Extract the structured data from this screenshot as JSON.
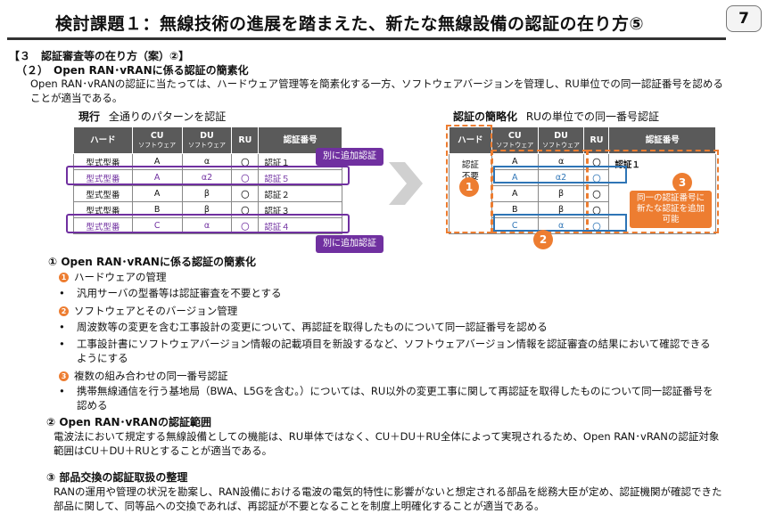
{
  "header": {
    "title": "検討課題１：無線技術の進展を踏まえた、新たな無線設備の認証の在り方⑤",
    "page_number": "7"
  },
  "section": {
    "heading": "【３　認証審査等の在り方（案）②】",
    "subheading": "（２）　Open RAN･vRANに係る認証の簡素化",
    "intro": "Open RAN･vRANの認証に当たっては、ハードウェア管理等を簡素化する一方、ソフトウェアバージョンを管理し、RU単位での同一認証番号を認めることが適当である。"
  },
  "current_table": {
    "caption_bold": "現行",
    "caption_text": "全通りのパターンを認証",
    "headers": {
      "hard": "ハード",
      "cu": "CU",
      "cu_sub": "ソフトウェア",
      "du": "DU",
      "du_sub": "ソフトウェア",
      "ru": "RU",
      "cert": "認証番号"
    },
    "rows": [
      {
        "hard": "型式型番",
        "cu": "A",
        "du": "α",
        "ru": "〇",
        "cert": "認証１"
      },
      {
        "hard": "型式型番",
        "cu": "A",
        "du": "α2",
        "ru": "〇",
        "cert": "認証５"
      },
      {
        "hard": "型式型番",
        "cu": "A",
        "du": "β",
        "ru": "〇",
        "cert": "認証２"
      },
      {
        "hard": "型式型番",
        "cu": "B",
        "du": "β",
        "ru": "〇",
        "cert": "認証３"
      },
      {
        "hard": "型式型番",
        "cu": "C",
        "du": "α",
        "ru": "〇",
        "cert": "認証４"
      }
    ],
    "tag_top": "別に追加認証",
    "tag_bottom": "別に追加認証"
  },
  "simplified_table": {
    "caption_bold": "認証の簡略化",
    "caption_text": "RUの単位での同一番号認証",
    "hard_note": "認証\n不要",
    "rows": [
      {
        "cu": "A",
        "du": "α",
        "ru": "〇",
        "cert": "認証１"
      },
      {
        "cu": "A",
        "du": "α2",
        "ru": "〇",
        "cert": ""
      },
      {
        "cu": "A",
        "du": "β",
        "ru": "〇",
        "cert": ""
      },
      {
        "cu": "B",
        "du": "β",
        "ru": "〇",
        "cert": ""
      },
      {
        "cu": "C",
        "du": "α",
        "ru": "〇",
        "cert": ""
      }
    ],
    "marker_1": "1",
    "marker_2": "2",
    "marker_3": "3",
    "note": "同一の認証番号に新たな認証を追加可能"
  },
  "accent_colors": {
    "purple": "#7030a0",
    "orange": "#ed7d31",
    "blue": "#2e75b6",
    "header_gray": "#5a5a5a"
  },
  "points": {
    "p1_title": "① Open RAN･vRANに係る認証の簡素化",
    "p1_a_num": "1",
    "p1_a": "ハードウェアの管理",
    "p1_a_bullet": "汎用サーバの型番等は認証審査を不要とする",
    "p1_b_num": "2",
    "p1_b": "ソフトウェアとそのバージョン管理",
    "p1_b_bullet1": "周波数等の変更を含む工事設計の変更について、再認証を取得したものについて同一認証番号を認める",
    "p1_b_bullet2": "工事設計書にソフトウェアバージョン情報の記載項目を新設するなど、ソフトウェアバージョン情報を認証審査の結果において確認できるようにする",
    "p1_c_num": "3",
    "p1_c": "複数の組み合わせの同一番号認証",
    "p1_c_bullet": "携帯無線通信を行う基地局（BWA、L5Gを含む。）については、RU以外の変更工事に関して再認証を取得したものについて同一認証番号を認める",
    "p2_title": "② Open RAN･vRANの認証範囲",
    "p2_text": "電波法において規定する無線設備としての機能は、RU単体ではなく、CU＋DU＋RU全体によって実現されるため、Open RAN･vRANの認証対象範囲はCU＋DU＋RUとすることが適当である。",
    "p3_title": "③ 部品交換の認証取扱の整理",
    "p3_text": "RANの運用や管理の状況を勘案し、RAN設備における電波の電気的特性に影響がないと想定される部品を総務大臣が定め、認証機関が確認できた部品に関して、同等品への交換であれば、再認証が不要となることを制度上明確化することが適当である。",
    "bullet_char": "•"
  }
}
